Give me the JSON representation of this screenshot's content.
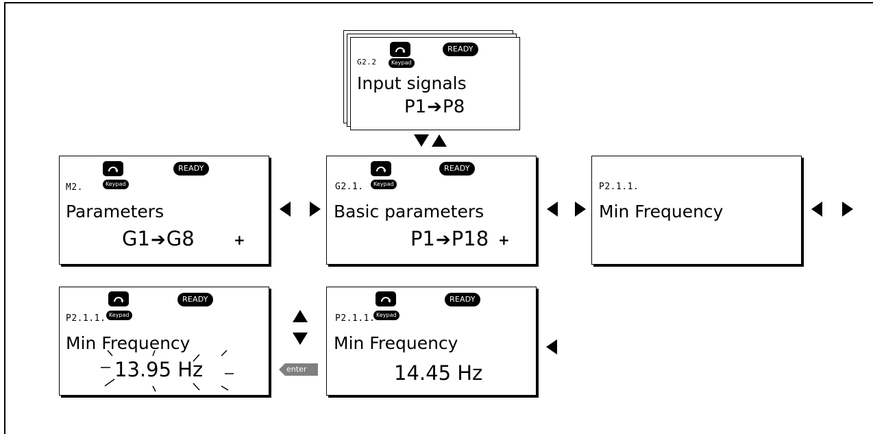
{
  "keypad_label": "Keypad",
  "ready_label": "READY",
  "enter_label": "enter",
  "panels": {
    "input_signals": {
      "code": "G2.2",
      "title": "Input signals",
      "range_from": "P1",
      "range_to": "P8"
    },
    "parameters": {
      "code": "M2.",
      "title": "Parameters",
      "range_from": "G1",
      "range_to": "G8",
      "plus": "+"
    },
    "basic_parameters": {
      "code": "G2.1.",
      "title": "Basic parameters",
      "range_from": "P1",
      "range_to": "P18",
      "plus": "+"
    },
    "min_freq_view": {
      "code": "P2.1.1.",
      "title": "Min Frequency"
    },
    "min_freq_edit": {
      "code": "P2.1.1.",
      "title": "Min Frequency",
      "value": "13.95 Hz"
    },
    "min_freq_result": {
      "code": "P2.1.1.",
      "title": "Min Frequency",
      "value": "14.45 Hz"
    }
  },
  "colors": {
    "enter_button": "#7f7f7f",
    "ink": "#000000"
  }
}
